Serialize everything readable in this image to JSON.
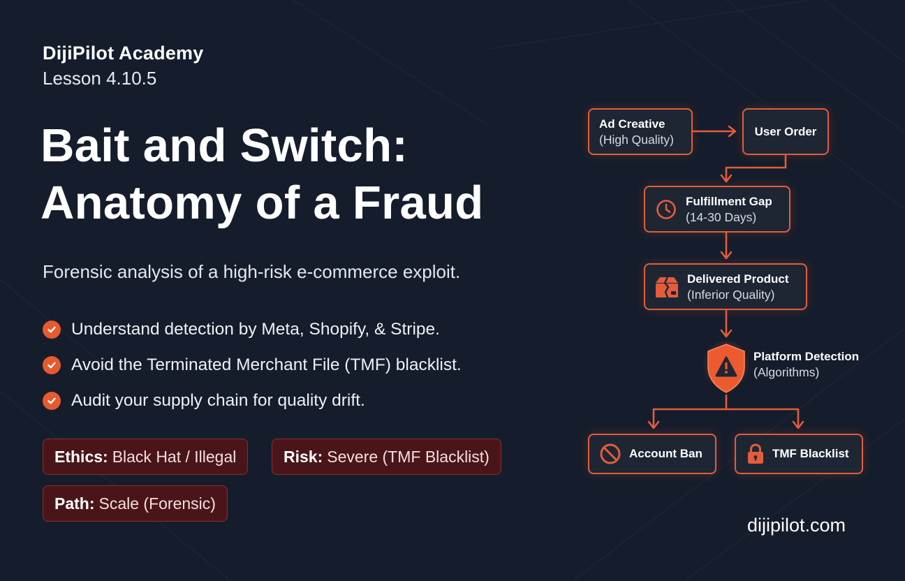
{
  "header": {
    "brand": "DijiPilot Academy",
    "lesson": "Lesson 4.10.5"
  },
  "title": {
    "line1": "Bait and Switch:",
    "line2": "Anatomy of a Fraud"
  },
  "subtitle": "Forensic analysis of a high-risk e-commerce exploit.",
  "bullets": [
    "Understand detection by Meta, Shopify, & Stripe.",
    "Avoid the Terminated Merchant File (TMF) blacklist.",
    "Audit your supply chain for quality drift."
  ],
  "tags": [
    {
      "label": "Ethics:",
      "value": "Black Hat / Illegal"
    },
    {
      "label": "Risk:",
      "value": "Severe (TMF Blacklist)"
    },
    {
      "label": "Path:",
      "value": "Scale (Forensic)"
    }
  ],
  "flow": {
    "ad_creative": {
      "title": "Ad Creative",
      "subtitle": "(High Quality)"
    },
    "user_order": {
      "title": "User Order"
    },
    "fulfillment_gap": {
      "title": "Fulfillment Gap",
      "subtitle": "(14-30 Days)",
      "icon": "clock-icon"
    },
    "delivered_product": {
      "title": "Delivered Product",
      "subtitle": "(Inferior Quality)",
      "icon": "broken-box-icon"
    },
    "platform_detection": {
      "title": "Platform Detection",
      "subtitle": "(Algorithms)",
      "icon": "warning-shield-icon"
    },
    "account_ban": {
      "title": "Account Ban",
      "icon": "ban-icon"
    },
    "tmf_blacklist": {
      "title": "TMF Blacklist",
      "icon": "lock-icon"
    }
  },
  "footer": {
    "url": "dijipilot.com"
  },
  "colors": {
    "background": "#151d2c",
    "accent": "#e65a2f",
    "tag_background": "#4a1519",
    "tag_border": "#8d2d2d"
  }
}
